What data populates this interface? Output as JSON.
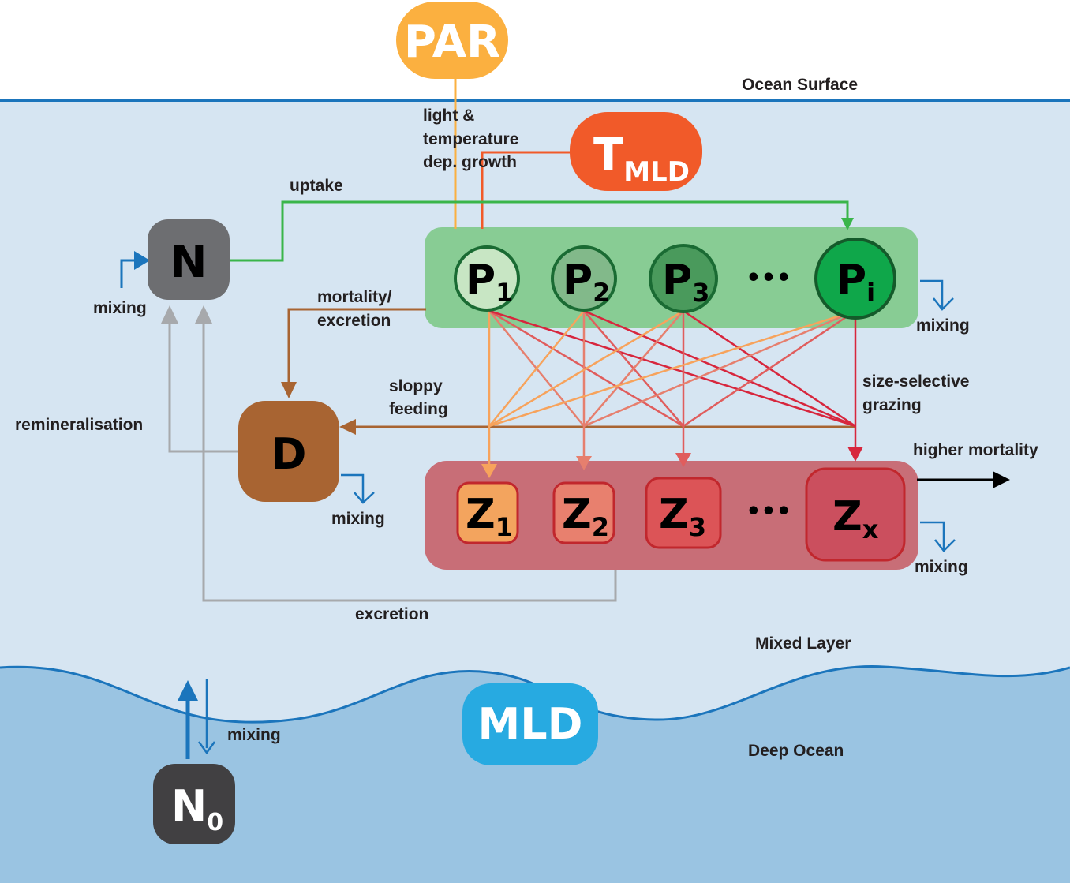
{
  "labels": {
    "ocean_surface": "Ocean Surface",
    "mixed_layer": "Mixed Layer",
    "deep_ocean": "Deep Ocean",
    "light_temp_1": "light &",
    "light_temp_2": "temperature",
    "light_temp_3": "dep. growth",
    "uptake": "uptake",
    "mortality_1": "mortality/",
    "mortality_2": "excretion",
    "sloppy_1": "sloppy",
    "sloppy_2": "feeding",
    "grazing_1": "size-selective",
    "grazing_2": "grazing",
    "higher_mortality": "higher mortality",
    "remineralisation": "remineralisation",
    "excretion": "excretion",
    "mixing_n": "mixing",
    "mixing_p": "mixing",
    "mixing_d": "mixing",
    "mixing_z": "mixing",
    "mixing_deep": "mixing"
  },
  "nodes": {
    "par": "PAR",
    "tmld_main": "T",
    "tmld_sub": "MLD",
    "n": "N",
    "d": "D",
    "mld": "MLD",
    "n0_main": "N",
    "n0_sub": "0",
    "ellipsis_p": "•••",
    "ellipsis_z": "•••"
  },
  "phytoplankton": [
    {
      "main": "P",
      "sub": "1"
    },
    {
      "main": "P",
      "sub": "2"
    },
    {
      "main": "P",
      "sub": "3"
    },
    {
      "main": "P",
      "sub": "i"
    }
  ],
  "zooplankton": [
    {
      "main": "Z",
      "sub": "1"
    },
    {
      "main": "Z",
      "sub": "2"
    },
    {
      "main": "Z",
      "sub": "3"
    },
    {
      "main": "Z",
      "sub": "x"
    }
  ],
  "colors": {
    "par": "#fbb040",
    "tmld": "#f15a29",
    "nutrient": "#6d6e71",
    "detritus": "#a86432",
    "mld": "#27aae1",
    "phyto_box": "#88cc94",
    "zoo_box": "#c86e77",
    "uptake": "#3ab54a",
    "grazing": "#d7263d",
    "mixing": "#1b75bc"
  }
}
